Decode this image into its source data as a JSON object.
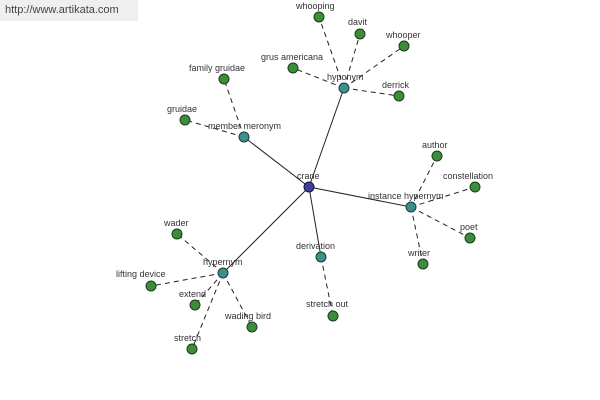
{
  "watermark": {
    "url": "http://www.artikata.com"
  },
  "center": {
    "label": "crane"
  },
  "relations": {
    "hyponym": {
      "label": "hyponym",
      "items": [
        "whooping",
        "davit",
        "whooper",
        "grus americana",
        "derrick"
      ]
    },
    "member_meronym": {
      "label": "member meronym",
      "items": [
        "family gruidae",
        "gruidae"
      ]
    },
    "instance_hypernym": {
      "label": "instance hypernym",
      "items": [
        "author",
        "constellation",
        "poet",
        "writer"
      ]
    },
    "derivation": {
      "label": "derivation",
      "items": [
        "stretch out"
      ]
    },
    "hypernym": {
      "label": "hypernym",
      "items": [
        "wader",
        "lifting device",
        "extend",
        "wading bird",
        "stretch"
      ]
    }
  },
  "colors": {
    "leaf_node": "#3d8c3a",
    "relation_node": "#3d8f8a",
    "center_node": "#3d3f9b"
  }
}
